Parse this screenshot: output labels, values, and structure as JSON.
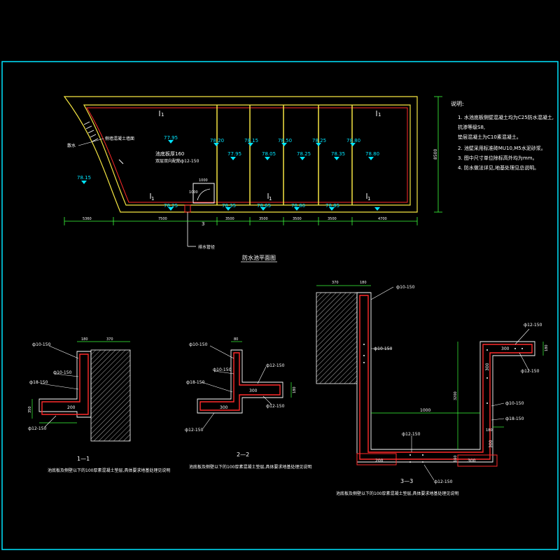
{
  "colors": {
    "background": "#000000",
    "frame": "#00e5ff",
    "wall": "#f5e642",
    "rebar": "#ff2a2a",
    "dimension": "#3cff3c",
    "text": "#ffffff",
    "elevation": "#00e5ff",
    "hatch": "#ffffff"
  },
  "plan": {
    "title": "防水池平面图",
    "leader_a": "散水",
    "leader_b": "侧墙混凝土墙面",
    "note_line1": "池底板厚160",
    "note_line2": "双层双向配筋ф12-150",
    "drain_label": "排水管径",
    "pit_dim": "1000",
    "pit_dim_v": "1000",
    "total_height_dim": "8500",
    "section_mark": "1",
    "section_mark_bottom": "3",
    "elev_top": [
      "77.95",
      "78.20",
      "78.15",
      "78.50",
      "78.25",
      "78.80"
    ],
    "elev_mid": [
      "77.95",
      "78.05",
      "78.25",
      "78.35",
      "78.80"
    ],
    "elev_bottom": [
      "78.25",
      "78.35",
      "78.65",
      "78.80",
      "78.85"
    ],
    "elev_left": "78.15",
    "bottom_dims": [
      "5360",
      "7500",
      "3500",
      "3500",
      "3500",
      "3500",
      "4700"
    ]
  },
  "notes": {
    "heading": "说明:",
    "line1": "1. 水池底板侧壁混凝土均为C25防水混凝土,",
    "line2": "    抗渗等级S8,",
    "line3": "    垫层混凝土为C10素混凝土。",
    "line4": "2. 池壁采用标准砖MU10,M5水泥砂浆。",
    "line5": "3. 图中尺寸单位除标高外均为mm。",
    "line6": "4. 防水做法详见,地基处理见总说明。"
  },
  "sections": {
    "s1": {
      "title": "1—1",
      "caption": "池底板及侧壁以下的100厚素混凝土垫层,具体要求地基处理见说明",
      "dims": [
        "180",
        "370"
      ],
      "rebars": [
        "ф10-150",
        "ф10-150",
        "ф18-150",
        "ф12-150"
      ],
      "d1": "200",
      "v1": "350"
    },
    "s2": {
      "title": "2—2",
      "caption": "池底板及侧壁以下的100厚素混凝土垫层,具体要求地基处理见说明",
      "dims": [
        "80"
      ],
      "rebars": [
        "ф10-150",
        "ф10-150",
        "ф18-150",
        "ф12-150",
        "ф12-150",
        "ф12-150"
      ],
      "d1": "300",
      "d2": "300",
      "v1": "180"
    },
    "s3": {
      "title": "3—3",
      "caption": "池底板及侧壁以下的100厚素混凝土垫层,具体要求地基处理见说明",
      "dims": [
        "370",
        "180",
        "180"
      ],
      "rebars": [
        "ф10-150",
        "ф10-150",
        "ф12-150",
        "ф12-150",
        "ф10-150",
        "ф18-150",
        "ф12-150",
        "ф12-150"
      ],
      "d_width": "1000",
      "d_height": "3200",
      "d_300a": "300",
      "d_300b": "300",
      "d_300c": "300",
      "d_200": "200",
      "d_300d": "300",
      "d_180": "180",
      "d_160": "160",
      "d_180v": "180"
    }
  }
}
